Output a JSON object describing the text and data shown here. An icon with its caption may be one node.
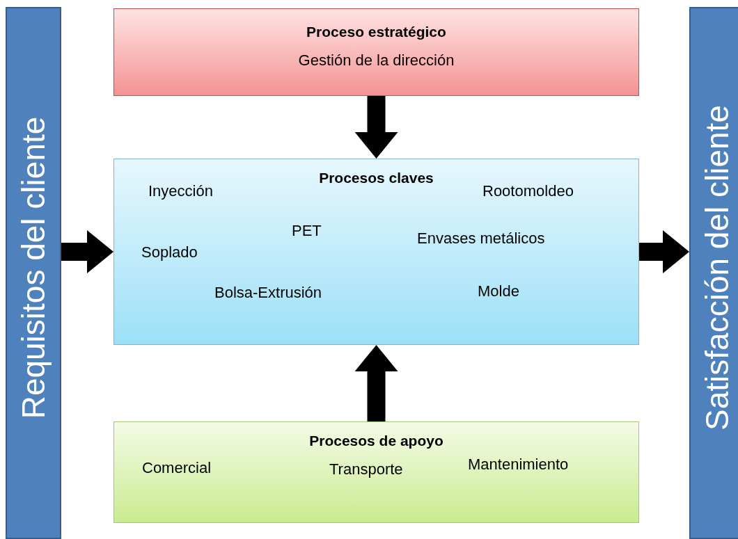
{
  "diagram": {
    "nodes": [
      {
        "text": [
          "Requisitos del cliente"
        ]
      },
      {
        "text": [
          "Proceso estratégico",
          "Gestión de la dirección"
        ]
      },
      {
        "text": [
          "Procesos claves",
          "Inyección",
          "Rootomoldeo",
          "PET",
          "Soplado",
          "Envases metálicos",
          "Bolsa-Extrusión",
          "Molde"
        ]
      },
      {
        "text": [
          "Procesos de apoyo",
          "Comercial",
          "Transporte",
          "Mantenimiento"
        ]
      },
      {
        "text": [
          "Satisfacción del cliente"
        ]
      }
    ],
    "edges": [
      {
        "from": 1,
        "to": 2,
        "arrow": "to"
      },
      {
        "from": 3,
        "to": 2,
        "arrow": "to"
      },
      {
        "from": 0,
        "to": 2,
        "arrow": "to"
      },
      {
        "from": 2,
        "to": 4,
        "arrow": "to"
      }
    ]
  }
}
